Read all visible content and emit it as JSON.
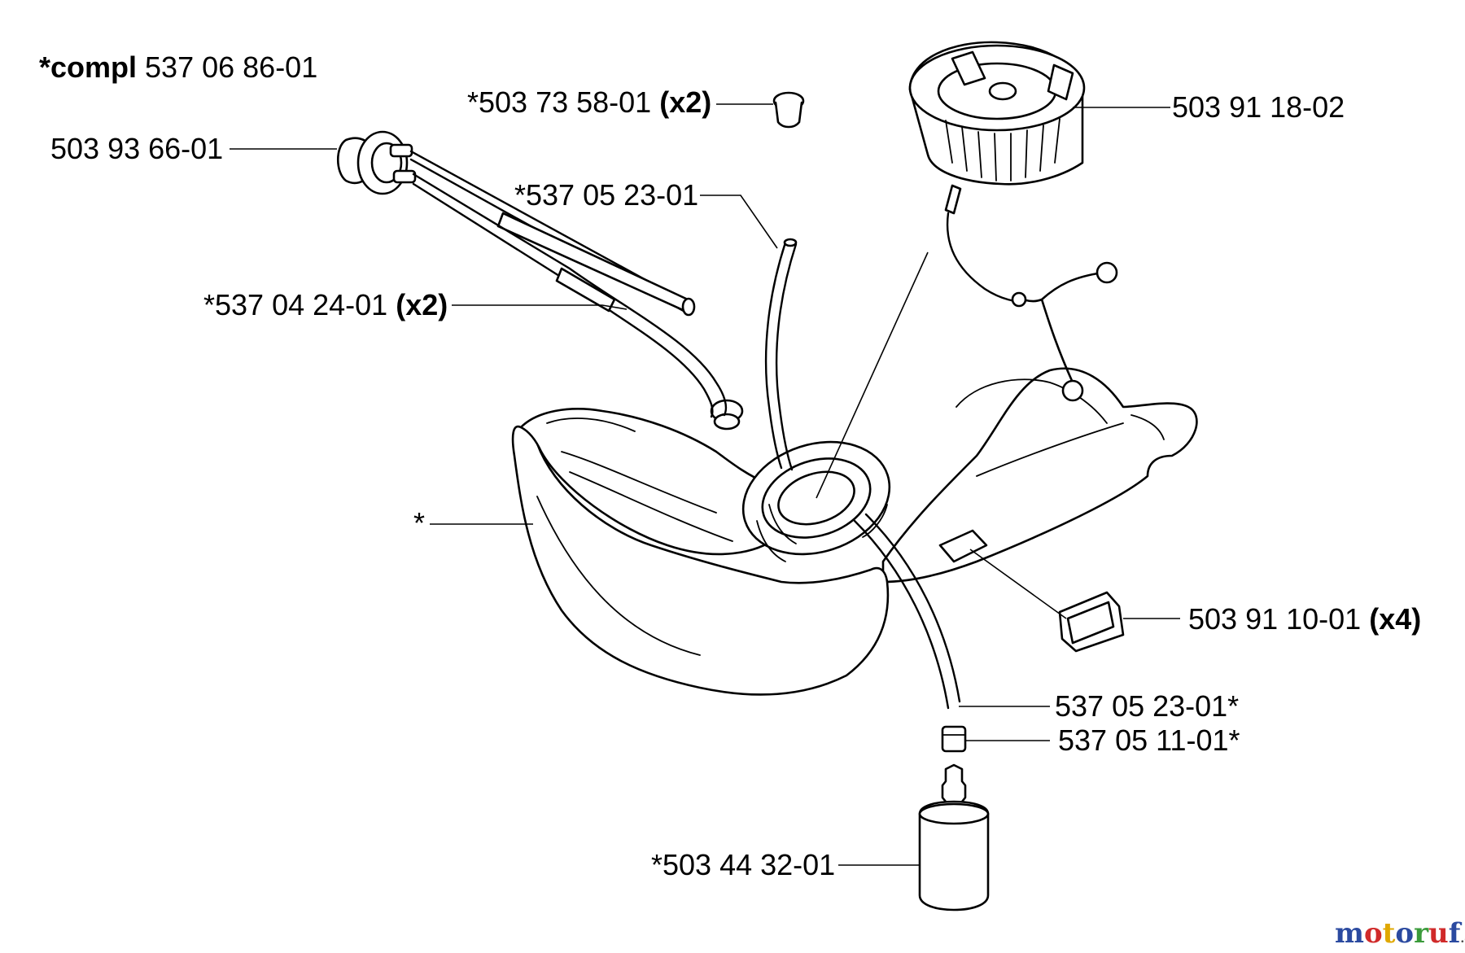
{
  "compl": {
    "prefix": "*compl",
    "number": " 537 06 86-01"
  },
  "labels": {
    "primer_bulb": "503 93 66-01",
    "grommet": "*503 73 58-01",
    "grommet_qty": "(x2)",
    "tube_upper": "*537 05 23-01",
    "fuel_hose": "*537 04 24-01",
    "fuel_hose_qty": "(x2)",
    "tank": "*",
    "fuel_cap": "503 91 18-02",
    "rubber_mount": "503 91 10-01",
    "rubber_mount_qty": "(x4)",
    "tube_lower": "537 05 23-01*",
    "connector": "537 05 11-01*",
    "fuel_filter": "*503 44 32-01"
  },
  "watermark": {
    "text": "motoruf",
    "suffix": ".de",
    "colors": [
      "#2b4aa0",
      "#d02a2a",
      "#e0a800",
      "#2b4aa0",
      "#3a9a3a",
      "#d02a2a",
      "#2b4aa0"
    ]
  }
}
